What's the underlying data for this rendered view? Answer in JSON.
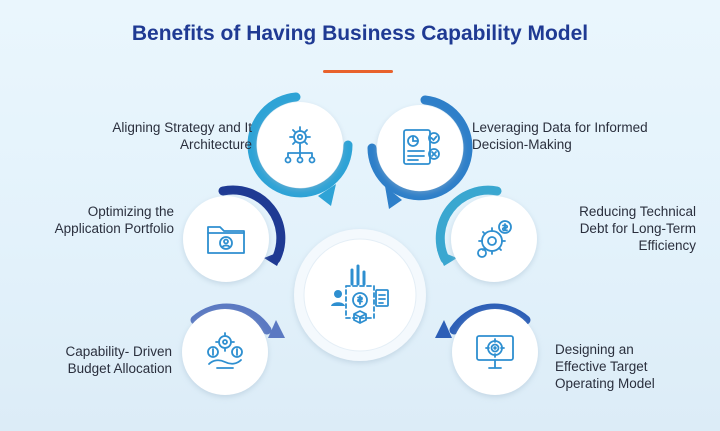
{
  "header": {
    "title": "Benefits of Having Business Capability Model"
  },
  "benefits": [
    {
      "label": "Aligning Strategy and It\nArchitecture",
      "icon": "gear-network-icon",
      "color": "#2ea3d6"
    },
    {
      "label": "Leveraging Data for Informed\nDecision-Making",
      "icon": "data-report-icon",
      "color": "#2e7fc9"
    },
    {
      "label": "Optimizing the\nApplication Portfolio",
      "icon": "folder-user-icon",
      "color": "#1f3a93"
    },
    {
      "label": "Reducing Technical\nDebt for Long-Term\nEfficiency",
      "icon": "gear-dollar-icon",
      "color": "#3aa7d0"
    },
    {
      "label": "Capability- Driven\nBudget Allocation",
      "icon": "money-gears-icon",
      "color": "#5b79c2"
    },
    {
      "label": "Designing an\nEffective Target\nOperating Model",
      "icon": "monitor-target-icon",
      "color": "#2d5fb7"
    }
  ],
  "center": {
    "icon": "business-capability-icon"
  },
  "colors": {
    "title": "#1f3a93",
    "accent": "#e8622c",
    "icon_stroke": "#2e8fd0"
  }
}
